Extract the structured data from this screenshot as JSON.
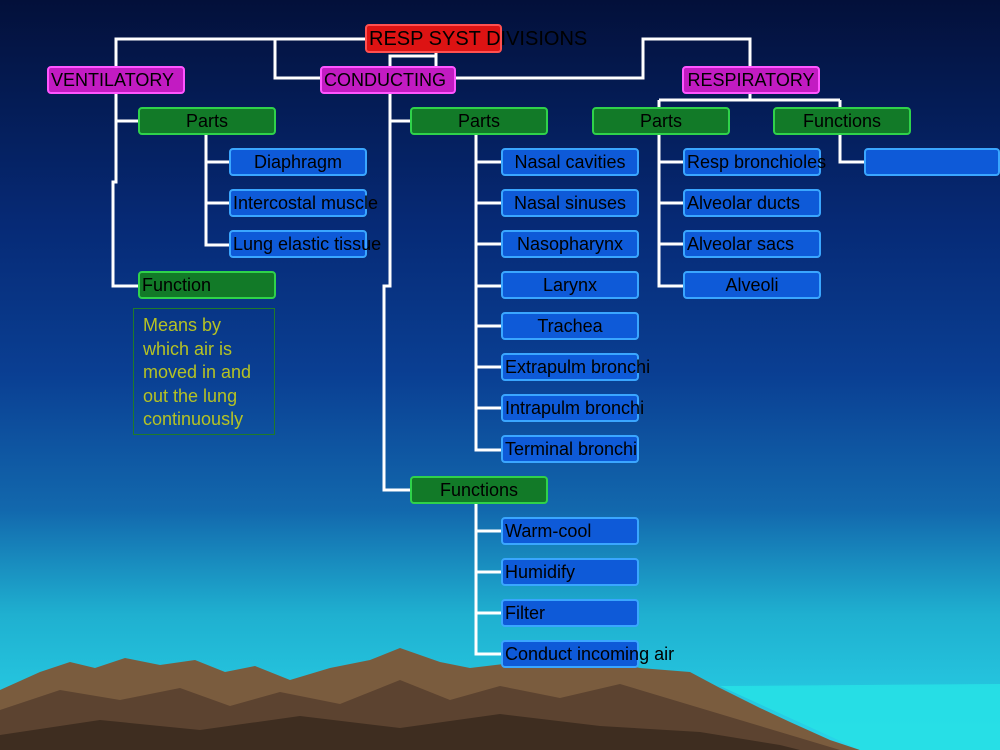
{
  "title": "RESP SYST DIVISIONS",
  "divisions": {
    "ventilatory": {
      "label": "VENTILATORY",
      "parts_label": "Parts",
      "parts": [
        "Diaphragm",
        "Intercostal muscle",
        "Lung elastic tissue"
      ],
      "function_label": "Function",
      "function_text": "Means by which air is moved in and out the lung continuously"
    },
    "conducting": {
      "label": "CONDUCTING",
      "parts_label": "Parts",
      "parts": [
        "Nasal cavities",
        "Nasal sinuses",
        "Nasopharynx",
        "Larynx",
        "Trachea",
        "Extrapulm bronchi",
        "Intrapulm bronchi",
        "Terminal bronchi"
      ],
      "functions_label": "Functions",
      "functions": [
        "Warm-cool",
        "Humidify",
        "Filter",
        "Conduct incoming air"
      ]
    },
    "respiratory": {
      "label": "RESPIRATORY",
      "parts_label": "Parts",
      "parts": [
        "Resp bronchioles",
        "Alveolar ducts",
        "Alveolar sacs",
        "Alveoli"
      ],
      "functions_label": "Functions",
      "functions": [
        ""
      ]
    }
  },
  "colors": {
    "title_box": "#dd1313",
    "division_box": "#c21bc2",
    "category_box": "#127a28",
    "item_box": "#0e5ad8",
    "connector": "#ffffff",
    "function_text": "#b5c224"
  }
}
